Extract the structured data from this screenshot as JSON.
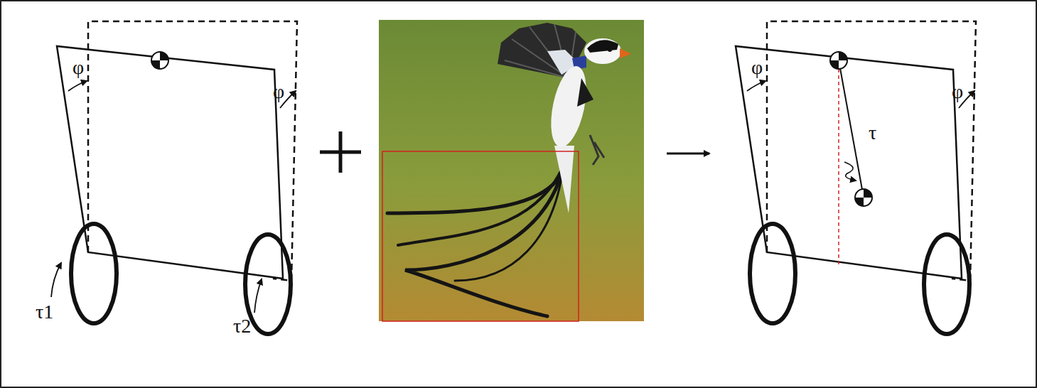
{
  "diagram": {
    "labels": [
      "φ",
      "φ",
      "τ1",
      "τ2",
      "φ",
      "φ",
      "τ"
    ]
  }
}
